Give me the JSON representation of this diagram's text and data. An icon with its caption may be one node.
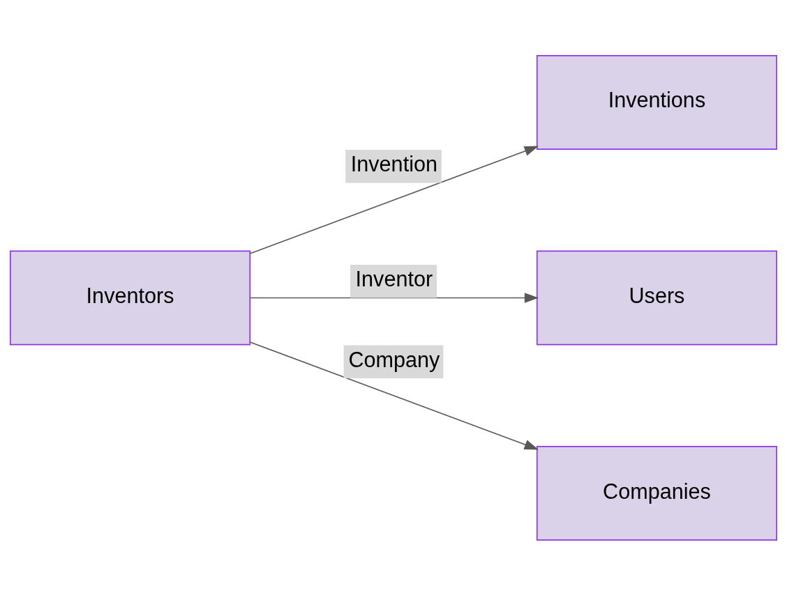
{
  "diagram": {
    "nodes": [
      {
        "text": [
          "Inventors"
        ]
      },
      {
        "text": [
          "Inventions"
        ]
      },
      {
        "text": [
          "Users"
        ]
      },
      {
        "text": [
          "Companies"
        ]
      }
    ],
    "edges": [
      {
        "from": 0,
        "to": 1,
        "arrow": "to",
        "label": "Invention"
      },
      {
        "from": 0,
        "to": 2,
        "arrow": "to",
        "label": "Inventor"
      },
      {
        "from": 0,
        "to": 3,
        "arrow": "to",
        "label": "Company"
      }
    ]
  }
}
